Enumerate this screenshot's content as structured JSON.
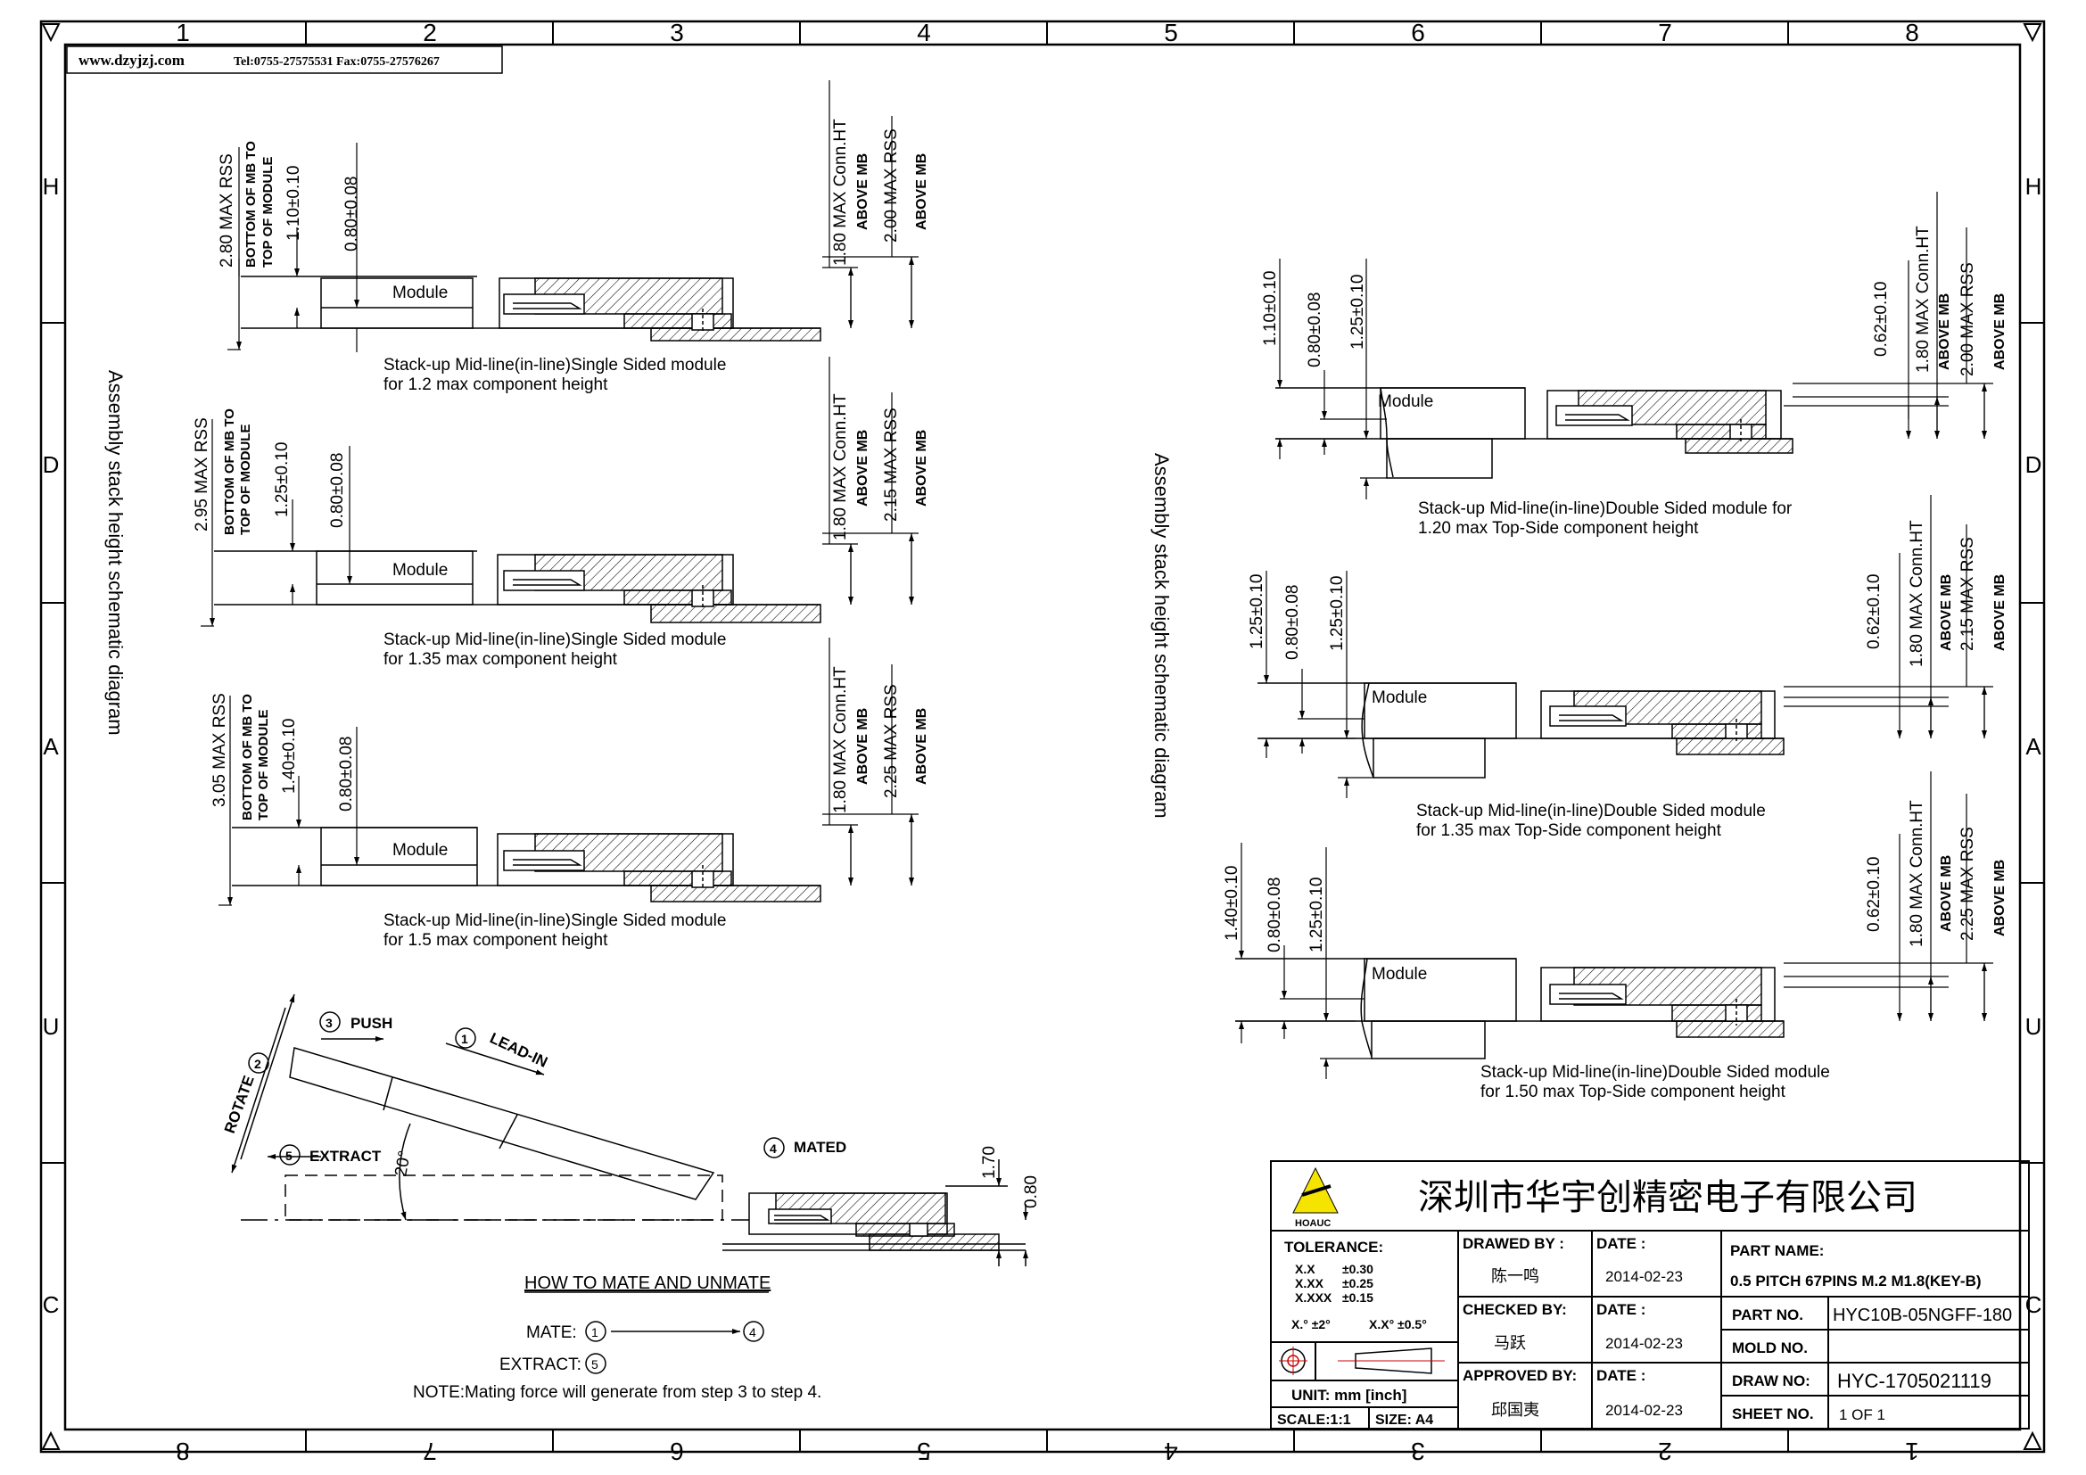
{
  "header": {
    "website": "www.dzyjzj.com",
    "contact": "Tel:0755-27575531 Fax:0755-27576267"
  },
  "border": {
    "top_numbers": [
      "1",
      "2",
      "3",
      "4",
      "5",
      "6",
      "7",
      "8"
    ],
    "bottom_numbers": [
      "8",
      "7",
      "6",
      "5",
      "4",
      "3",
      "2",
      "1"
    ],
    "side_letters": [
      "H",
      "D",
      "A",
      "U",
      "C"
    ]
  },
  "left_panel": {
    "vertical_title": "Assembly stack height schematic diagram",
    "module_label": "Module",
    "diagrams": [
      {
        "dims_left": [
          "2.80 MAX RSS",
          "BOTTOM OF MB TO",
          "TOP OF MODULE",
          "1.10±0.10",
          "0.80±0.08"
        ],
        "dims_right": [
          "1.80 MAX Conn.HT",
          "ABOVE MB",
          "2.00 MAX RSS",
          "ABOVE MB"
        ],
        "caption1": "Stack-up Mid-line(in-line)Single Sided module",
        "caption2": "for 1.2 max component height"
      },
      {
        "dims_left": [
          "2.95 MAX RSS",
          "BOTTOM OF MB TO",
          "TOP OF MODULE",
          "1.25±0.10",
          "0.80±0.08"
        ],
        "dims_right": [
          "1.80 MAX Conn.HT",
          "ABOVE MB",
          "2.15 MAX RSS",
          "ABOVE MB"
        ],
        "caption1": "Stack-up Mid-line(in-line)Single Sided module",
        "caption2": "for 1.35 max component height"
      },
      {
        "dims_left": [
          "3.05 MAX RSS",
          "BOTTOM OF MB TO",
          "TOP OF MODULE",
          "1.40±0.10",
          "0.80±0.08"
        ],
        "dims_right": [
          "1.80 MAX Conn.HT",
          "ABOVE MB",
          "2.25 MAX RSS",
          "ABOVE MB"
        ],
        "caption1": "Stack-up Mid-line(in-line)Single Sided module",
        "caption2": "for 1.5 max component height"
      }
    ]
  },
  "right_panel": {
    "vertical_title": "Assembly stack height schematic diagram",
    "module_label": "Module",
    "diagrams": [
      {
        "dims_left": [
          "1.10±0.10",
          "0.80±0.08",
          "1.25±0.10"
        ],
        "dims_right": [
          "0.62±0.10",
          "1.80 MAX Conn.HT",
          "ABOVE MB",
          "2.00 MAX RSS",
          "ABOVE MB"
        ],
        "caption1": "Stack-up Mid-line(in-line)Double Sided module for",
        "caption2": "1.20 max Top-Side component height"
      },
      {
        "dims_left": [
          "1.25±0.10",
          "0.80±0.08",
          "1.25±0.10"
        ],
        "dims_right": [
          "0.62±0.10",
          "1.80 MAX Conn.HT",
          "ABOVE MB",
          "2.15 MAX RSS",
          "ABOVE MB"
        ],
        "caption1": "Stack-up Mid-line(in-line)Double Sided module",
        "caption2": "for 1.35 max Top-Side component height"
      },
      {
        "dims_left": [
          "1.40±0.10",
          "0.80±0.08",
          "1.25±0.10"
        ],
        "dims_right": [
          "0.62±0.10",
          "1.80 MAX Conn.HT",
          "ABOVE MB",
          "2.25 MAX RSS",
          "ABOVE MB"
        ],
        "caption1": "Stack-up Mid-line(in-line)Double Sided module",
        "caption2": "for 1.50 max Top-Side component height"
      }
    ]
  },
  "mating": {
    "step_push": "PUSH",
    "step_leadin": "LEAD-IN",
    "step_rotate": "ROTATE",
    "step_extract": "EXTRACT",
    "step_mated": "MATED",
    "angle": "20°",
    "dim_1": "1.70",
    "dim_2": "0.80",
    "title": "HOW TO MATE AND UNMATE",
    "mate_label": "MATE:",
    "extract_label": "EXTRACT:",
    "note": "NOTE:Mating force will generate from step 3 to step 4.",
    "circle_1": "1",
    "circle_2": "2",
    "circle_3": "3",
    "circle_4": "4",
    "circle_5": "5"
  },
  "title_block": {
    "company": "深圳市华宇创精密电子有限公司",
    "logo_text": "HOAUC",
    "tolerance_label": "TOLERANCE:",
    "tol_rows": [
      {
        "k": "X.X",
        "v": "±0.30"
      },
      {
        "k": "X.XX",
        "v": "±0.25"
      },
      {
        "k": "X.XXX",
        "v": "±0.15"
      }
    ],
    "tol_angle_1": "X.° ±2°",
    "tol_angle_2": "X.X° ±0.5°",
    "unit": "UNIT: mm [inch]",
    "scale": "SCALE:1:1",
    "size": "SIZE: A4",
    "drawn_by_label": "DRAWED BY :",
    "drawn_by": "陈一鸣",
    "checked_by_label": "CHECKED BY:",
    "checked_by": "马跃",
    "approved_by_label": "APPROVED BY:",
    "approved_by": "邱国夷",
    "date_label": "DATE :",
    "date_1": "2014-02-23",
    "date_2": "2014-02-23",
    "date_3": "2014-02-23",
    "part_name_label": "PART NAME:",
    "part_name": "0.5 PITCH 67PINS M.2 M1.8(KEY-B)",
    "part_no_label": "PART NO.",
    "part_no": "HYC10B-05NGFF-180",
    "mold_no_label": "MOLD NO.",
    "mold_no": "",
    "draw_no_label": "DRAW NO:",
    "draw_no": "HYC-1705021119",
    "sheet_no_label": "SHEET NO.",
    "sheet_no": "1 OF 1"
  }
}
